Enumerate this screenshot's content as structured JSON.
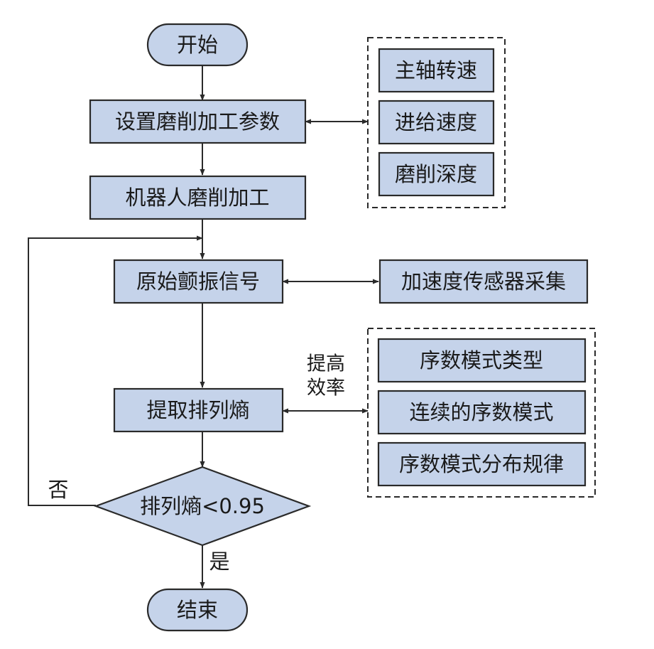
{
  "nodes": {
    "start": "开始",
    "set_params": "设置磨削加工参数",
    "robot_grinding": "机器人磨削加工",
    "raw_signal": "原始颤振信号",
    "extract_pe": "提取排列熵",
    "decision": "排列熵<0.95",
    "end": "结束",
    "spindle_speed": "主轴转速",
    "feed_speed": "进给速度",
    "grinding_depth": "磨削深度",
    "accel_sensor": "加速度传感器采集",
    "ordinal_types": "序数模式类型",
    "continuous_ordinal": "连续的序数模式",
    "ordinal_distribution": "序数模式分布规律"
  },
  "edge_labels": {
    "no": "否",
    "yes": "是",
    "improve_line1": "提高",
    "improve_line2": "效率"
  },
  "colors": {
    "node_fill": "#c5d3ea",
    "stroke": "#2a2a2a",
    "text": "#1a1a1a"
  }
}
